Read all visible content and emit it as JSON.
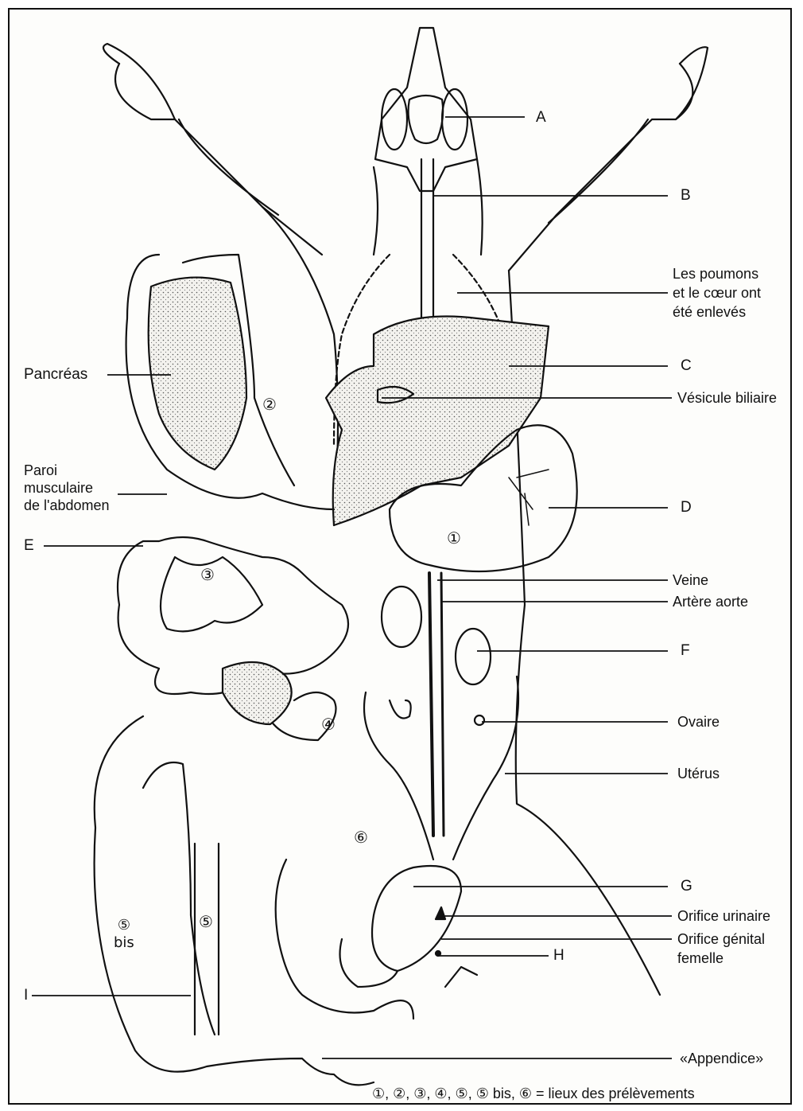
{
  "diagram": {
    "labels": {
      "A": "A",
      "B": "B",
      "lungs_removed": "Les poumons\net le cœur ont\nété enlevés",
      "C": "C",
      "gallbladder": "Vésicule biliaire",
      "pancreas": "Pancréas",
      "abdominal_wall": "Paroi\nmusculaire\nde l'abdomen",
      "D": "D",
      "E": "E",
      "vein": "Veine",
      "aorta": "Artère aorte",
      "F": "F",
      "ovary": "Ovaire",
      "uterus": "Utérus",
      "G": "G",
      "urinary_orifice": "Orifice urinaire",
      "genital_orifice": "Orifice génital\nfemelle",
      "H": "H",
      "I": "I",
      "appendix": "«Appendice»",
      "site_1": "①",
      "site_2": "②",
      "site_3": "③",
      "site_4": "④",
      "site_5": "⑤",
      "site_5bis": "⑤\nbis",
      "site_6": "⑥",
      "legend": "①, ②, ③, ④, ⑤, ⑤ bis, ⑥ = lieux des prélèvements"
    },
    "colors": {
      "ink": "#111111",
      "organ_fill": "#e8e6e0",
      "paper": "#fdfdfb"
    }
  }
}
